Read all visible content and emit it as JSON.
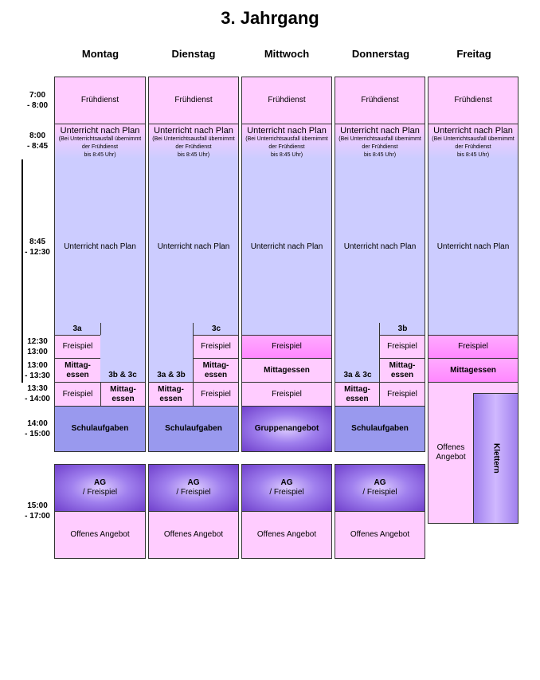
{
  "title": "3. Jahrgang",
  "days": [
    "Montag",
    "Dienstag",
    "Mittwoch",
    "Donnerstag",
    "Freitag"
  ],
  "times": {
    "t1": [
      "7:00",
      "- 8:00"
    ],
    "t2": [
      "8:00",
      "- 8:45"
    ],
    "t3": [
      "8:45",
      "- 12:30"
    ],
    "t4": [
      "12:30",
      "13:00"
    ],
    "t5": [
      "13:00",
      "- 13:30"
    ],
    "t6": [
      "13:30",
      "- 14:00"
    ],
    "t7": [
      "14:00",
      "- 15:00"
    ],
    "t8": [
      "15:00",
      "- 17:00"
    ]
  },
  "labels": {
    "fruehdienst": "Frühdienst",
    "unterricht_plan": "Unterricht nach Plan",
    "unterricht_note": [
      "(Bei Unterrichtsausfall übernimmt",
      "der Frühdienst",
      "bis 8:45 Uhr)"
    ],
    "freispiel": "Freispiel",
    "mittagessen": "Mittagessen",
    "mittag_split": [
      "Mittag-",
      "essen"
    ],
    "schulaufgaben": "Schulaufgaben",
    "gruppenangebot": "Gruppenangebot",
    "ag": [
      "AG",
      "/ Freispiel"
    ],
    "offenes_angebot": "Offenes Angebot",
    "offenes_split": [
      "Offenes",
      "Angebot"
    ],
    "klettern": "Klettern",
    "class_3a": "3a",
    "class_3b": "3b",
    "class_3c": "3c",
    "class_3b3c": "3b & 3c",
    "class_3a3b": "3a & 3b",
    "class_3a3c": "3a & 3c"
  }
}
